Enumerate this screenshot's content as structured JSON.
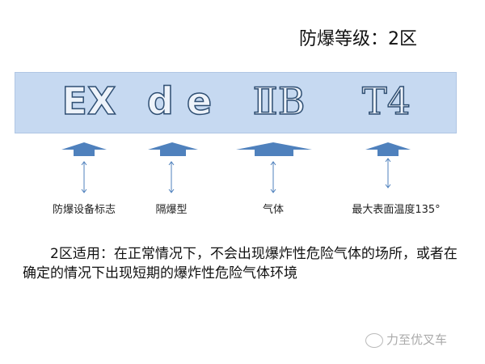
{
  "title": "防爆等级：2区",
  "codes": [
    "EX",
    "d e",
    "ⅡB",
    "T4"
  ],
  "labels": [
    "防爆设备标志",
    "隔爆型",
    "气体",
    "最大表面温度135°"
  ],
  "description": "2区适用：在正常情况下，不会出现爆炸性危险气体的场所，或者在确定的情况下出现短期的爆炸性危险气体环境",
  "watermark": "力至优叉车",
  "colors": {
    "band": "#c6d9f1",
    "arrow": "#4f81bd"
  }
}
